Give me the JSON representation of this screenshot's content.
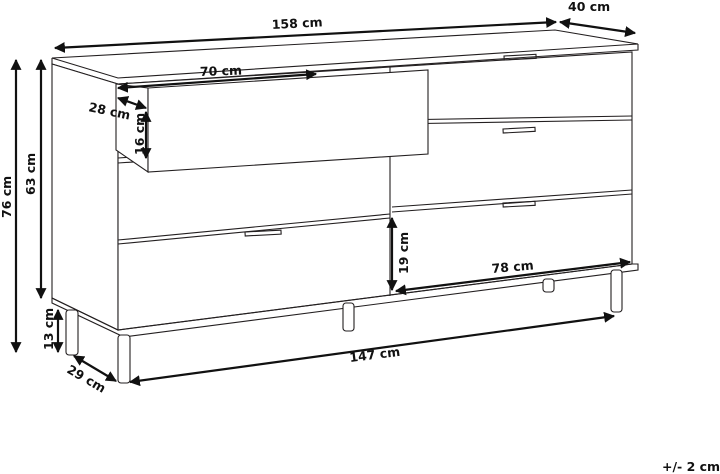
{
  "diagram": {
    "subject": "6-drawer chest of drawers with legs",
    "line_color": "#231f20",
    "background": "#ffffff",
    "dimensions": {
      "total_width": "158 cm",
      "depth": "40 cm",
      "total_height": "76 cm",
      "body_height": "63 cm",
      "leg_height": "13 cm",
      "leg_depth_span": "29 cm",
      "leg_width_span": "147 cm",
      "drawer_width": "70 cm",
      "drawer_depth": "28 cm",
      "drawer_height": "16 cm",
      "bottom_drawer_height": "19 cm",
      "right_drawer_width": "78 cm"
    },
    "tolerance": "+/- 2 cm"
  }
}
